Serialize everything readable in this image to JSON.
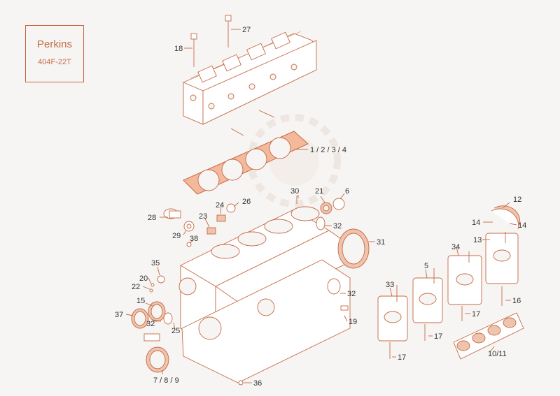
{
  "title_box": {
    "brand": "Perkins",
    "model": "404F-22T"
  },
  "callouts": [
    {
      "id": "c27",
      "text": "27"
    },
    {
      "id": "c18",
      "text": "18"
    },
    {
      "id": "c1234",
      "text": "1 / 2 / 3 / 4"
    },
    {
      "id": "c30",
      "text": "30"
    },
    {
      "id": "c21",
      "text": "21"
    },
    {
      "id": "c6",
      "text": "6"
    },
    {
      "id": "c24",
      "text": "24"
    },
    {
      "id": "c26",
      "text": "26"
    },
    {
      "id": "c12",
      "text": "12"
    },
    {
      "id": "c14a",
      "text": "14"
    },
    {
      "id": "c14b",
      "text": "14"
    },
    {
      "id": "c28",
      "text": "28"
    },
    {
      "id": "c23",
      "text": "23"
    },
    {
      "id": "c32a",
      "text": "32"
    },
    {
      "id": "c29",
      "text": "29"
    },
    {
      "id": "c38",
      "text": "38"
    },
    {
      "id": "c31",
      "text": "31"
    },
    {
      "id": "c13",
      "text": "13"
    },
    {
      "id": "c34",
      "text": "34"
    },
    {
      "id": "c35",
      "text": "35"
    },
    {
      "id": "c5",
      "text": "5"
    },
    {
      "id": "c20",
      "text": "20"
    },
    {
      "id": "c22",
      "text": "22"
    },
    {
      "id": "c33",
      "text": "33"
    },
    {
      "id": "c32b",
      "text": "32"
    },
    {
      "id": "c16",
      "text": "16"
    },
    {
      "id": "c15",
      "text": "15"
    },
    {
      "id": "c37",
      "text": "37"
    },
    {
      "id": "c17a",
      "text": "17"
    },
    {
      "id": "c19",
      "text": "19"
    },
    {
      "id": "c32c",
      "text": "32"
    },
    {
      "id": "c25",
      "text": "25"
    },
    {
      "id": "c17b",
      "text": "17"
    },
    {
      "id": "c1011",
      "text": "10/11"
    },
    {
      "id": "c17c",
      "text": "17"
    },
    {
      "id": "c789",
      "text": "7 / 8 / 9"
    },
    {
      "id": "c36",
      "text": "36"
    }
  ]
}
